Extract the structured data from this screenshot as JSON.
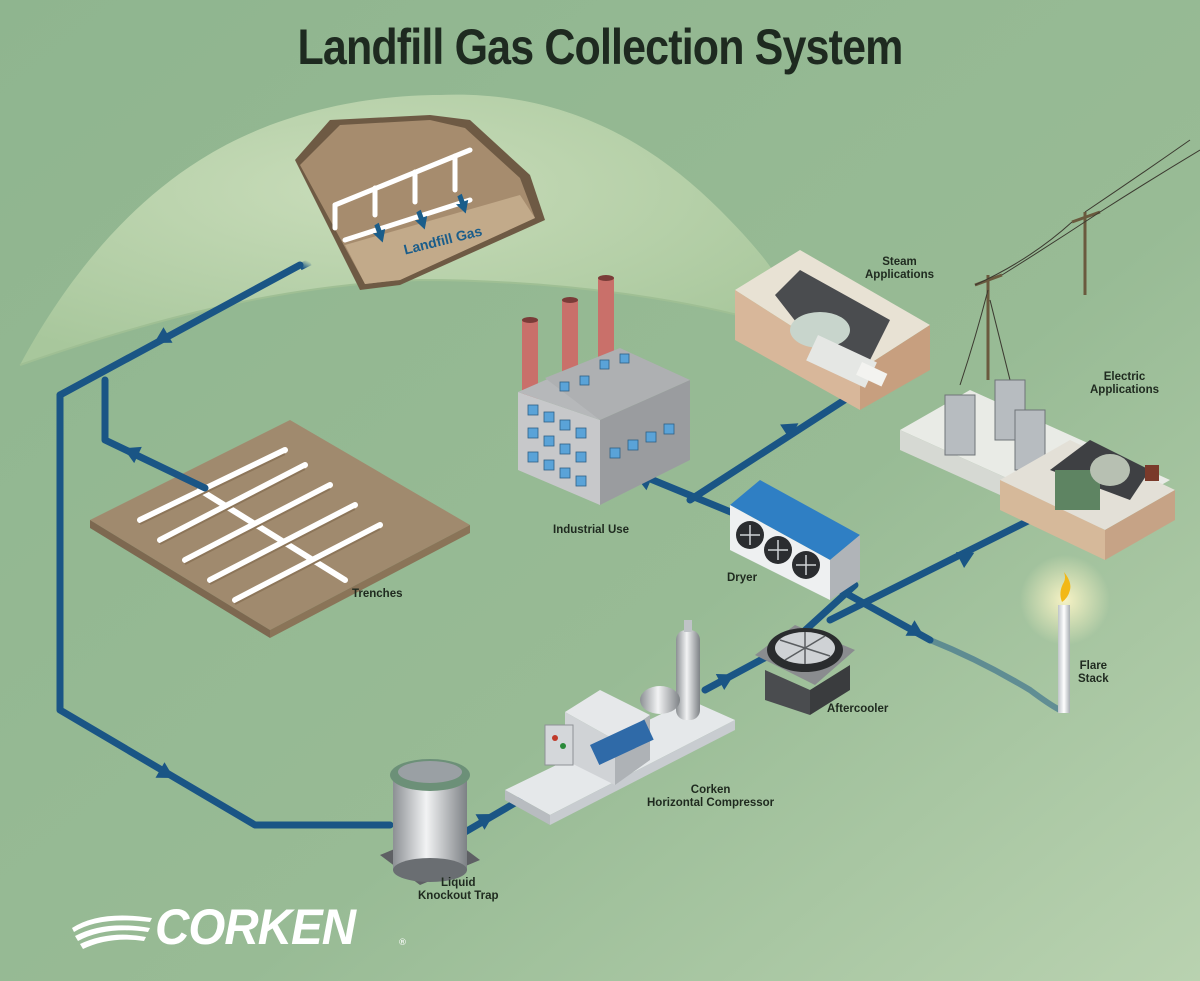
{
  "title": "Landfill Gas Collection System",
  "labels": {
    "landfill_gas": "Landfill Gas",
    "trenches": "Trenches",
    "industrial_use": "Industrial Use",
    "steam": [
      "Steam",
      "Applications"
    ],
    "electric": [
      "Electric",
      "Applications"
    ],
    "dryer": "Dryer",
    "flare": [
      "Flare",
      "Stack"
    ],
    "aftercooler": "Aftercooler",
    "compressor": [
      "Corken",
      "Horizontal Compressor"
    ],
    "knockout": [
      "Liquid",
      "Knockout Trap"
    ]
  },
  "logo": {
    "text": "CORKEN",
    "mark": "®"
  },
  "colors": {
    "background": "#93b894",
    "hill": "#b6cfa8",
    "pipe": "#1a5585",
    "soil": "#a08a6e"
  },
  "icons": [
    "factory-icon",
    "steam-plant-icon",
    "power-substation-icon",
    "dryer-icon",
    "aftercooler-icon",
    "compressor-icon",
    "knockout-trap-icon",
    "flare-stack-icon",
    "trench-field-icon",
    "landfill-cutaway-icon",
    "power-pole-icon",
    "corken-wave-icon"
  ]
}
